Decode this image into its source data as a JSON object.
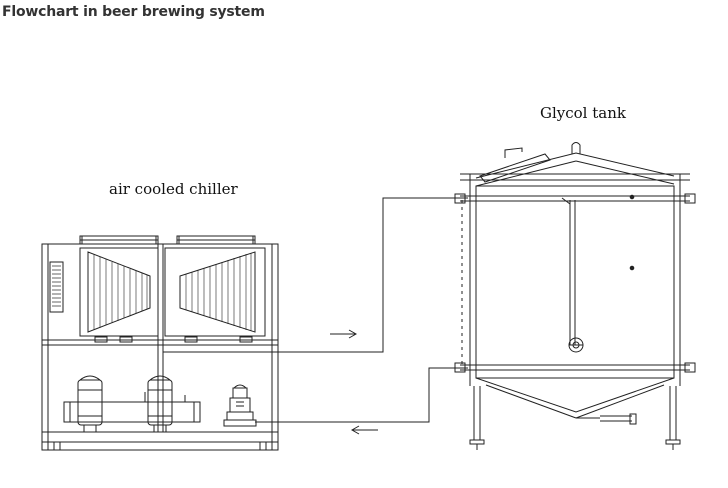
{
  "page": {
    "title": "Flowchart in beer brewing system"
  },
  "diagram": {
    "labels": {
      "chiller": "air cooled chiller",
      "tank": "Glycol tank"
    },
    "colors": {
      "line": "#222222",
      "title_text": "#333333",
      "background": "#ffffff"
    },
    "flows": [
      {
        "from": "chiller",
        "to": "tank",
        "direction": "right",
        "glyph": "→"
      },
      {
        "from": "tank",
        "to": "chiller",
        "direction": "left",
        "glyph": "←"
      }
    ]
  }
}
